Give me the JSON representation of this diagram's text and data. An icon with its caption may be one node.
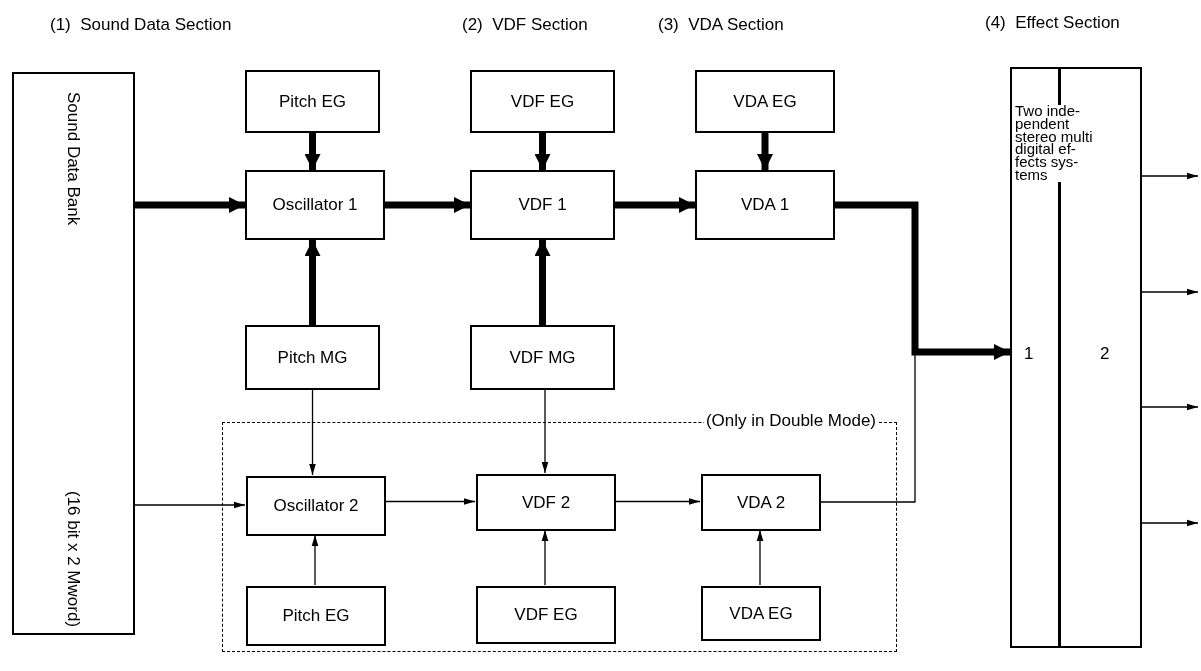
{
  "diagram": {
    "nodes": [
      {
        "text": [
          "Sound Data Bank",
          "(16 bit x 2 Mword)"
        ]
      },
      {
        "text": [
          "Pitch EG"
        ]
      },
      {
        "text": [
          "VDF EG"
        ]
      },
      {
        "text": [
          "VDA EG"
        ]
      },
      {
        "text": [
          "Oscillator 1"
        ]
      },
      {
        "text": [
          "VDF 1"
        ]
      },
      {
        "text": [
          "VDA 1"
        ]
      },
      {
        "text": [
          "Pitch MG"
        ]
      },
      {
        "text": [
          "VDF MG"
        ]
      },
      {
        "text": [
          "(Only in Double Mode)"
        ]
      },
      {
        "text": [
          "Oscillator 2"
        ],
        "in": 9
      },
      {
        "text": [
          "VDF 2"
        ],
        "in": 9
      },
      {
        "text": [
          "VDA 2"
        ],
        "in": 9
      },
      {
        "text": [
          "Pitch EG"
        ],
        "in": 9
      },
      {
        "text": [
          "VDF EG"
        ],
        "in": 9
      },
      {
        "text": [
          "VDA EG"
        ],
        "in": 9
      },
      {
        "text": [
          "Two inde- pendent stereo multi digital ef- fects sys- tems",
          "1",
          "2"
        ]
      }
    ],
    "edges": [
      {
        "from": 0,
        "to": 4,
        "arrow": "to",
        "style": "thick"
      },
      {
        "from": 1,
        "to": 4,
        "arrow": "to",
        "style": "thick"
      },
      {
        "from": 4,
        "to": 5,
        "arrow": "to",
        "style": "thick"
      },
      {
        "from": 2,
        "to": 5,
        "arrow": "to",
        "style": "thick"
      },
      {
        "from": 5,
        "to": 6,
        "arrow": "to",
        "style": "thick"
      },
      {
        "from": 3,
        "to": 6,
        "arrow": "to",
        "style": "thick"
      },
      {
        "from": 7,
        "to": 4,
        "arrow": "to",
        "style": "thick"
      },
      {
        "from": 8,
        "to": 5,
        "arrow": "to",
        "style": "thick"
      },
      {
        "from": 6,
        "to": 16,
        "arrow": "to",
        "style": "thick"
      },
      {
        "from": 0,
        "to": 10,
        "arrow": "to"
      },
      {
        "from": 7,
        "to": 10,
        "arrow": "to"
      },
      {
        "from": 8,
        "to": 11,
        "arrow": "to"
      },
      {
        "from": 10,
        "to": 11,
        "arrow": "to"
      },
      {
        "from": 11,
        "to": 12,
        "arrow": "to"
      },
      {
        "from": 13,
        "to": 10,
        "arrow": "to"
      },
      {
        "from": 14,
        "to": 11,
        "arrow": "to"
      },
      {
        "from": 15,
        "to": 12,
        "arrow": "to"
      },
      {
        "from": 12,
        "to": 16,
        "arrow": "to"
      },
      {
        "from": 16,
        "to": null,
        "arrow": "to"
      },
      {
        "from": 16,
        "to": null,
        "arrow": "to"
      },
      {
        "from": 16,
        "to": null,
        "arrow": "to"
      },
      {
        "from": 16,
        "to": null,
        "arrow": "to"
      }
    ],
    "labels": [
      "(1)  Sound Data Section",
      "(2)  VDF Section",
      "(3)  VDA Section",
      "(4)  Effect Section"
    ]
  }
}
